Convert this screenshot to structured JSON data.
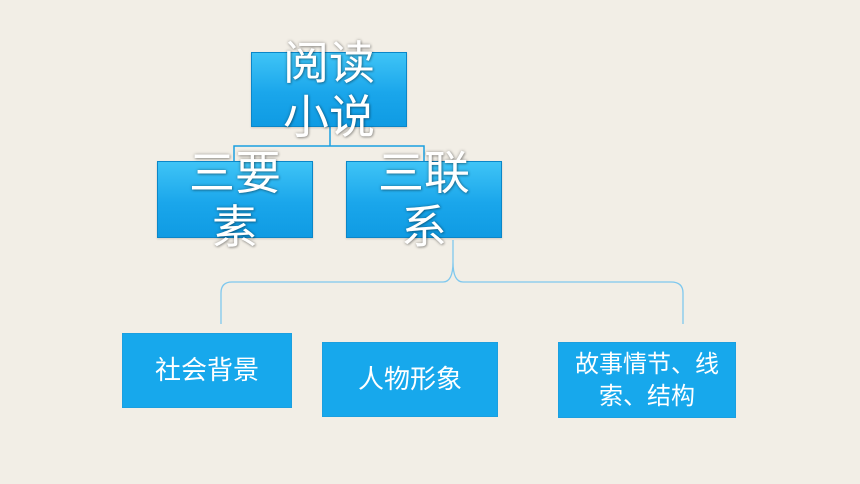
{
  "diagram": {
    "root": {
      "label": "阅读小说"
    },
    "level1": [
      {
        "label": "三要素"
      },
      {
        "label": "三联系"
      }
    ],
    "level2": [
      {
        "label": "社会背景"
      },
      {
        "label": "人物形象"
      },
      {
        "label": "故事情节、线索、结构"
      }
    ]
  },
  "colors": {
    "background": "#f2eee6",
    "node_fill": "#17a8ec",
    "connector": "#1b9fe0",
    "text": "#ffffff"
  }
}
